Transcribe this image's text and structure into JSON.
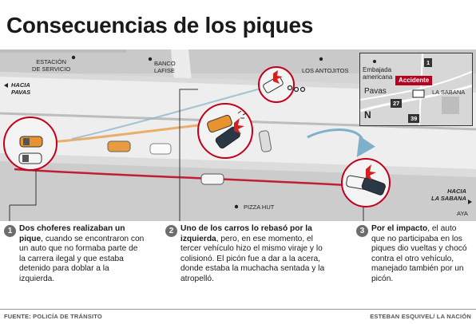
{
  "title": "Consecuencias de los piques",
  "map": {
    "places": {
      "estacion_line1": "ESTACIÓN",
      "estacion_line2": "DE SERVICIO",
      "banco_line1": "BANCO",
      "banco_line2": "LAFISE",
      "antojitos": "LOS ANTOJITOS",
      "pizza_hut": "PIZZA HUT",
      "aya": "AYA"
    },
    "directions": {
      "pavas_line1": "HACIA",
      "pavas_line2": "PAVAS",
      "sabana_line1": "HACIA",
      "sabana_line2": "LA SABANA"
    },
    "inset": {
      "embajada_line1": "Embajada",
      "embajada_line2": "americana",
      "pavas": "Pavas",
      "accidente": "Accidente",
      "la_sabana": "LA SABANA",
      "route_1": "1",
      "route_27": "27",
      "route_39": "39",
      "north": "N"
    }
  },
  "steps": [
    {
      "num": "1",
      "bold": "Dos choferes realizaban un pique",
      "text": ", cuando se encontraron con un auto que no formaba parte de la carrera ilegal y que estaba detenido para doblar a la izquierda."
    },
    {
      "num": "2",
      "bold": "Uno de los carros lo rebasó por la izquierda",
      "text": ", pero, en ese momento, el tercer vehículo hizo el mismo viraje y lo colisionó. El picón fue a dar a la acera, donde estaba la muchacha sentada y la atropelló."
    },
    {
      "num": "3",
      "bold": "Por el impacto",
      "text": ", el auto que no participaba en los piques dio vueltas y chocó contra el otro vehículo, manejado también por un picón."
    }
  ],
  "footer": {
    "source": "FUENTE: POLICÍA DE TRÁNSITO",
    "credit": "ESTEBAN ESQUIVEL/ LA NACIÓN"
  },
  "colors": {
    "accent_red": "#b8001f",
    "car_orange": "#e8932f",
    "car_white": "#f2f2f2",
    "car_dark": "#2a3845",
    "road": "#f0f0f0",
    "block": "#cfcfcf"
  }
}
